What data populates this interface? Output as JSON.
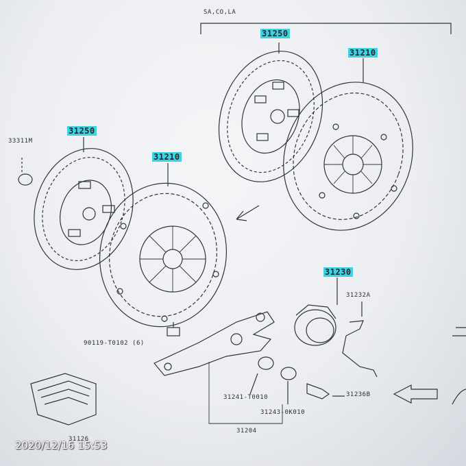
{
  "diagram": {
    "header": "SA,CO,LA",
    "parts": {
      "disc_top": "31250",
      "cover_top": "31210",
      "bolt_small": "33311M",
      "disc_left": "31250",
      "cover_left": "31210",
      "bearing": "31230",
      "clip": "31232A",
      "bolt": "90119-T0102 (6)",
      "fork_boot": "31241-T0010",
      "pivot": "31243-0K010",
      "pin": "31236B",
      "fork": "31204",
      "bottom_part": "31126"
    },
    "highlighted": [
      "disc_top",
      "cover_top",
      "disc_left",
      "cover_left",
      "bearing"
    ]
  },
  "timestamp": "2020/12/16 15:53",
  "colors": {
    "highlight": "#3fd2e0",
    "ink": "#2a2d33",
    "paper": "#eef0f3"
  }
}
